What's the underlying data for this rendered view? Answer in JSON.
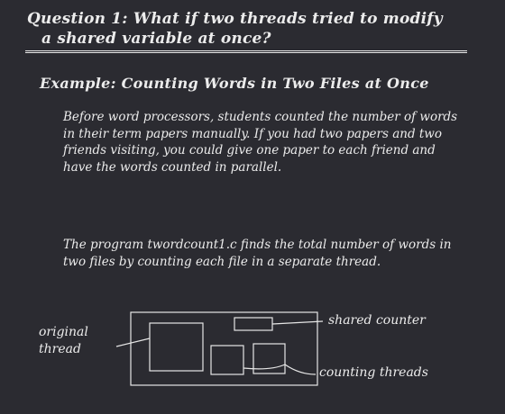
{
  "title": {
    "line1": "Question 1:  What if two threads tried to modify",
    "line2": "a shared variable at once?"
  },
  "subtitle": "Example: Counting Words in Two Files at Once",
  "paragraphs": [
    "Before word processors, students counted the number of words in their term papers manually.  If you had two papers and two friends visiting, you could give one paper to each friend and have the words counted in parallel.",
    "The program  twordcount1.c  finds the total number of words in two files by counting each file in a separate thread."
  ],
  "diagram": {
    "label_original_thread": "original\nthread",
    "label_shared_counter": "shared counter",
    "label_counting_threads": "counting threads"
  },
  "colors": {
    "background": "#2b2b31",
    "foreground": "#ececec"
  }
}
